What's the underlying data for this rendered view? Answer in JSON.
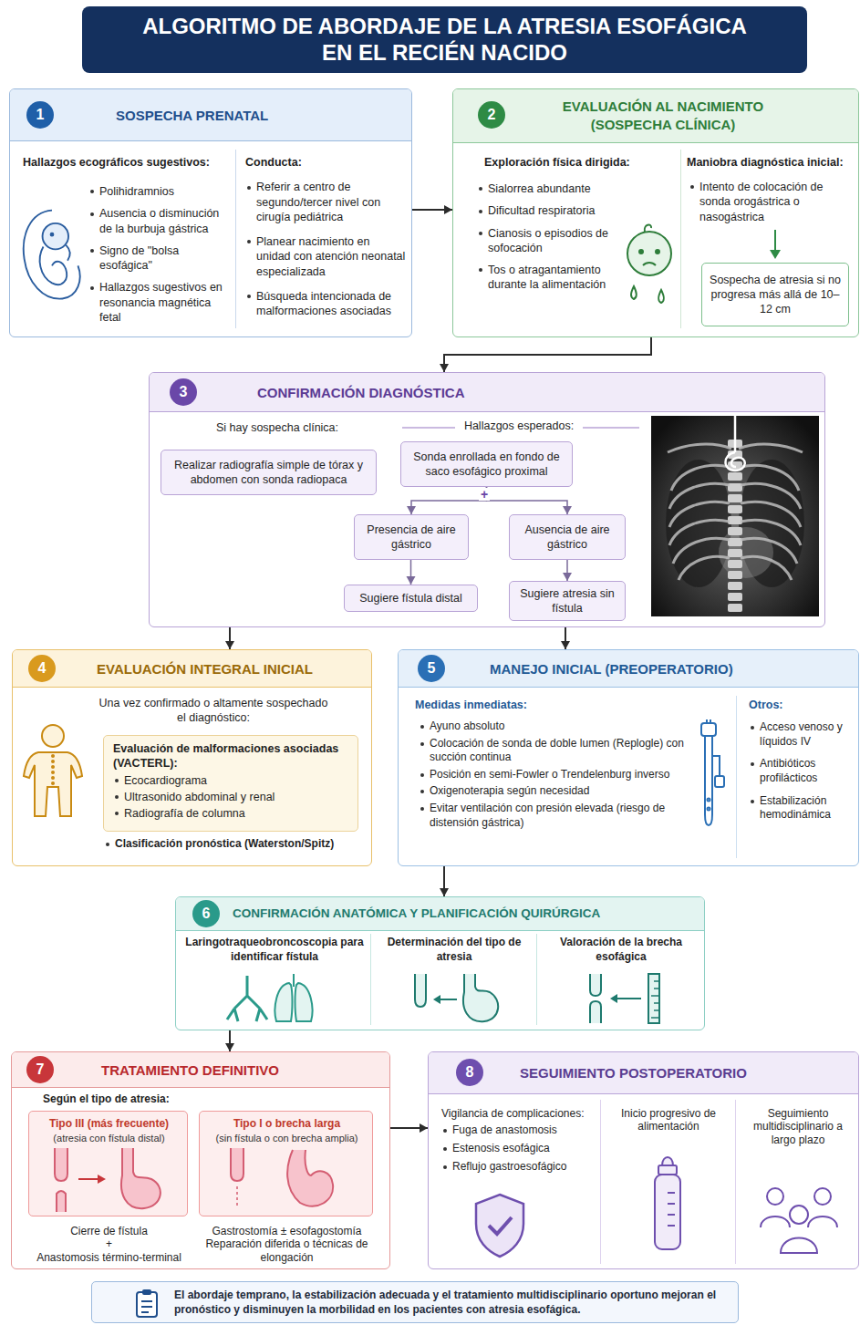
{
  "diagram": {
    "title": "ALGORITMO DE ABORDAJE DE LA ATRESIA ESOFÁGICA EN EL RECIÉN NACIDO",
    "nodes": [
      {
        "text": [
          "SOSPECHA PRENATAL",
          "Hallazgos ecográficos sugestivos:",
          "Polihidramnios",
          "Ausencia o disminución de la burbuja gástrica",
          "Signo de \"bolsa esofágica\"",
          "Hallazgos sugestivos en resonancia magnética fetal",
          "Conducta:",
          "Referir a centro de segundo/tercer nivel con cirugía pediátrica",
          "Planear nacimiento en unidad con atención neonatal especializada",
          "Búsqueda intencionada de malformaciones asociadas"
        ]
      },
      {
        "text": [
          "1"
        ],
        "in": 0
      },
      {
        "text": [
          "EVALUACIÓN AL NACIMIENTO (SOSPECHA CLÍNICA)",
          "Exploración física dirigida:",
          "Sialorrea abundante",
          "Dificultad respiratoria",
          "Cianosis o episodios de sofocación",
          "Tos o atragantamiento durante la alimentación",
          "Maniobra diagnóstica inicial:",
          "Intento de colocación de sonda orogástrica o nasogástrica"
        ]
      },
      {
        "text": [
          "2"
        ],
        "in": 2
      },
      {
        "text": [
          "Sospecha de atresia si no progresa más allá de 10–12 cm"
        ],
        "in": 2
      },
      {
        "text": [
          "CONFIRMACIÓN DIAGNÓSTICA",
          "Si hay sospecha clínica:",
          "Hallazgos esperados:"
        ]
      },
      {
        "text": [
          "3"
        ],
        "in": 5
      },
      {
        "text": [
          "Realizar radiografía simple de tórax y abdomen con sonda radiopaca"
        ],
        "in": 5
      },
      {
        "text": [
          "Sonda enrollada en fondo de saco esofágico proximal"
        ],
        "in": 5
      },
      {
        "text": [
          "Presencia de aire gástrico"
        ],
        "in": 5
      },
      {
        "text": [
          "Ausencia de aire gástrico"
        ],
        "in": 5
      },
      {
        "text": [
          "Sugiere fístula distal"
        ],
        "in": 5
      },
      {
        "text": [
          "Sugiere atresia sin fístula"
        ],
        "in": 5
      },
      {
        "text": [
          "EVALUACIÓN INTEGRAL INICIAL",
          "Una vez confirmado o altamente sospechado el diagnóstico:",
          "Clasificación pronóstica (Waterston/Spitz)"
        ]
      },
      {
        "text": [
          "4"
        ],
        "in": 13
      },
      {
        "text": [
          "Evaluación de malformaciones asociadas (VACTERL):",
          "Ecocardiograma",
          "Ultrasonido abdominal y renal",
          "Radiografía de columna"
        ],
        "in": 13
      },
      {
        "text": [
          "MANEJO INICIAL (PREOPERATORIO)",
          "Medidas inmediatas:",
          "Ayuno absoluto",
          "Colocación de sonda de doble lumen (Replogle) con succión continua",
          "Posición en semi-Fowler o Trendelenburg inverso",
          "Oxigenoterapia según necesidad",
          "Evitar ventilación con presión elevada (riesgo de distensión gástrica)",
          "Otros:",
          "Acceso venoso y líquidos IV",
          "Antibióticos profilácticos",
          "Estabilización hemodinámica"
        ]
      },
      {
        "text": [
          "5"
        ],
        "in": 16
      },
      {
        "text": [
          "CONFIRMACIÓN ANATÓMICA Y PLANIFICACIÓN QUIRÚRGICA",
          "Laringotraqueobroncoscopia para identificar fístula",
          "Determinación del tipo de atresia",
          "Valoración de la brecha esofágica"
        ]
      },
      {
        "text": [
          "6"
        ],
        "in": 18
      },
      {
        "text": [
          "TRATAMIENTO DEFINITIVO",
          "Según el tipo de atresia:"
        ]
      },
      {
        "text": [
          "7"
        ],
        "in": 20
      },
      {
        "text": [
          "Tipo III (más frecuente)",
          "(atresia con fístula distal)",
          "Cierre de fístula",
          "+",
          "Anastomosis término-terminal"
        ],
        "in": 20
      },
      {
        "text": [
          "Tipo I o brecha larga",
          "(sin fístula o con brecha amplia)",
          "Gastrostomía ± esofagostomía",
          "Reparación diferida o técnicas de elongación"
        ],
        "in": 20
      },
      {
        "text": [
          "SEGUIMIENTO POSTOPERATORIO",
          "Vigilancia de complicaciones:",
          "Fuga de anastomosis",
          "Estenosis esofágica",
          "Reflujo gastroesofágico",
          "Inicio progresivo de alimentación",
          "Seguimiento multidisciplinario a largo plazo"
        ]
      },
      {
        "text": [
          "8"
        ],
        "in": 24
      },
      {
        "text": [
          "El abordaje temprano, la estabilización adecuada y el tratamiento multidisciplinario oportuno mejoran el pronóstico y disminuyen la morbilidad en los pacientes con atresia esofágica."
        ]
      }
    ],
    "edges": [
      {
        "from": 0,
        "to": 2,
        "arrow": "to"
      },
      {
        "from": 2,
        "to": 5,
        "arrow": "to"
      },
      {
        "from": 8,
        "to": 9,
        "arrow": "to"
      },
      {
        "from": 8,
        "to": 10,
        "arrow": "to"
      },
      {
        "from": 9,
        "to": 11,
        "arrow": "to"
      },
      {
        "from": 10,
        "to": 12,
        "arrow": "to"
      },
      {
        "from": 5,
        "to": 13,
        "arrow": "to"
      },
      {
        "from": 5,
        "to": 16,
        "arrow": "to"
      },
      {
        "from": 16,
        "to": 18,
        "arrow": "to"
      },
      {
        "from": 18,
        "to": 20,
        "arrow": "to"
      },
      {
        "from": 20,
        "to": 24,
        "arrow": "to"
      }
    ],
    "labels": [
      "+"
    ]
  }
}
